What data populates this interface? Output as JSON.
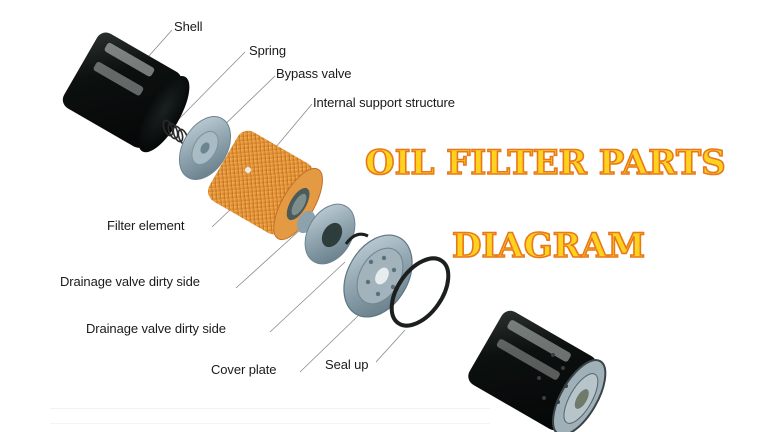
{
  "title": {
    "line1": "OIL FILTER PARTS",
    "line2": "DIAGRAM",
    "fill_color": "#ffd21f",
    "outline_color": "#e8781a"
  },
  "labels": [
    {
      "id": "shell",
      "text": "Shell"
    },
    {
      "id": "spring",
      "text": "Spring"
    },
    {
      "id": "bypass-valve",
      "text": "Bypass valve"
    },
    {
      "id": "internal-support-structure",
      "text": "Internal support structure"
    },
    {
      "id": "filter-element",
      "text": "Filter element"
    },
    {
      "id": "drainage-valve-dirty-side-1",
      "text": "Drainage valve dirty side"
    },
    {
      "id": "drainage-valve-dirty-side-2",
      "text": "Drainage valve dirty side"
    },
    {
      "id": "cover-plate",
      "text": "Cover plate"
    },
    {
      "id": "seal-up",
      "text": "Seal up"
    }
  ],
  "parts": [
    {
      "name": "shell",
      "color": "#111514"
    },
    {
      "name": "spring",
      "color": "#2a2a2a"
    },
    {
      "name": "bypass-valve",
      "color": "#9fb3bf"
    },
    {
      "name": "filter-element",
      "color": "#e8a040"
    },
    {
      "name": "drainage-valve",
      "color": "#8fa7b3"
    },
    {
      "name": "cover-plate",
      "color": "#98aab5"
    },
    {
      "name": "seal-ring",
      "color": "#1b1f1e"
    },
    {
      "name": "assembled-filter",
      "color": "#141817"
    }
  ]
}
